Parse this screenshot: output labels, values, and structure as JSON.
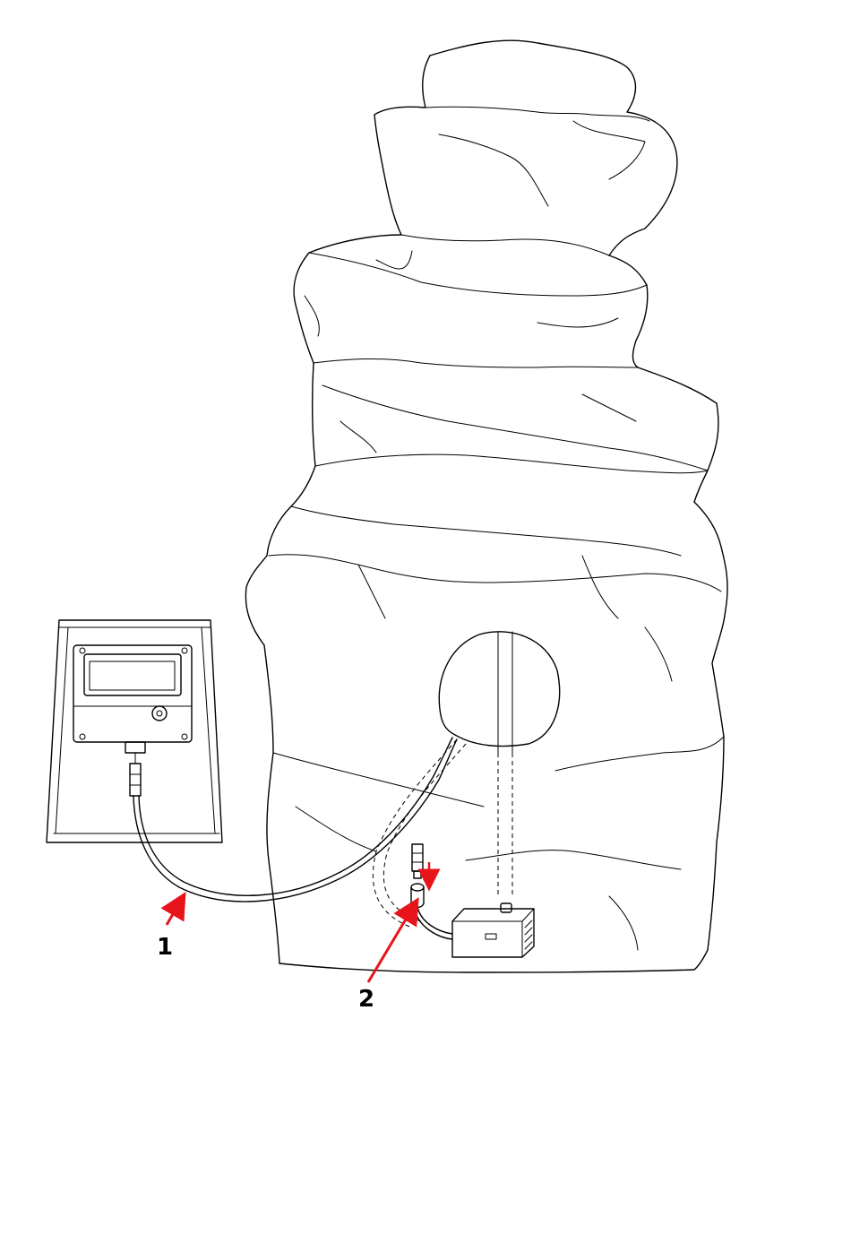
{
  "callouts": [
    {
      "id": "1",
      "label": "1"
    },
    {
      "id": "2",
      "label": "2"
    }
  ],
  "colors": {
    "line": "#000000",
    "callout_arrow": "#e8141b",
    "background": "#ffffff"
  }
}
